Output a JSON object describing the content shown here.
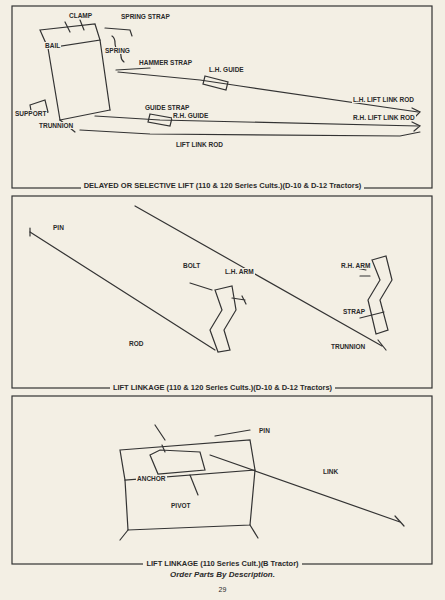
{
  "diagram": {
    "labels": [
      "CLAMP",
      "SPRING STRAP",
      "BAIL",
      "SPRING",
      "HAMMER STRAP",
      "L.H. GUIDE",
      "GUIDE STRAP",
      "SUPPORT",
      "TRUNNION",
      "R.H. GUIDE",
      "LIFT LINK ROD",
      "L.H. LIFT LINK ROD",
      "R.H. LIFT LINK ROD",
      "DELAYED OR SELECTIVE LIFT (110 & 120 Series Cults.)(D-10 & D-12 Tractors)",
      "PIN",
      "BOLT",
      "L.H. ARM",
      "R.H. ARM",
      "STRAP",
      "TRUNNION",
      "ROD",
      "LIFT LINKAGE (110 & 120 Series Cults.)(D-10 & D-12 Tractors)",
      "ANCHOR",
      "PIN",
      "PIVOT",
      "LINK",
      "LIFT LINKAGE (110 Series Cult.)(B Tractor)",
      "Order Parts By Description.",
      "29"
    ]
  }
}
